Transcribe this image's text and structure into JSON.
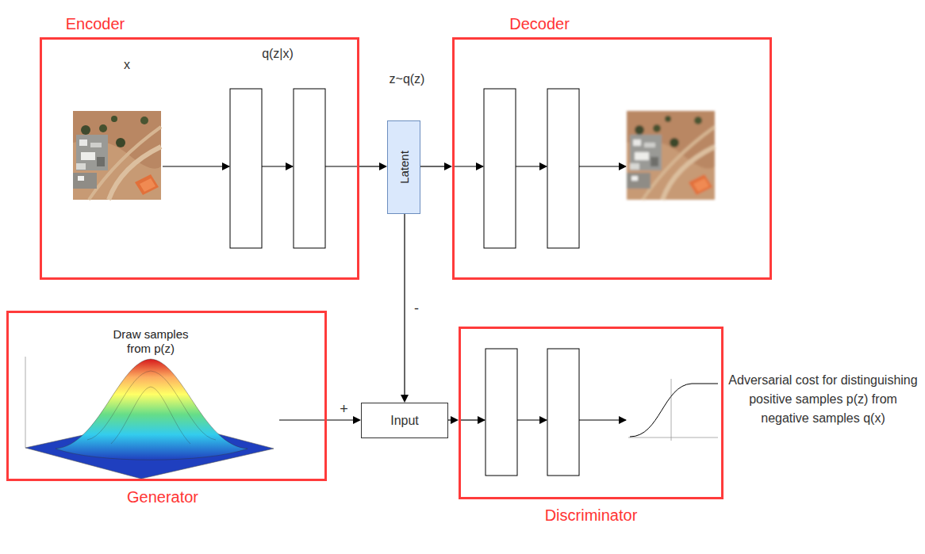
{
  "diagram": {
    "nodes": [
      {
        "text": [
          "Encoder"
        ]
      },
      {
        "text": [
          "Latent"
        ]
      },
      {
        "text": [
          "Decoder"
        ]
      },
      {
        "text": [
          "Generator",
          "Draw samples from p(z)"
        ]
      },
      {
        "text": [
          "Input"
        ]
      },
      {
        "text": [
          "Discriminator"
        ]
      }
    ],
    "edges": [
      {
        "from": 0,
        "to": 1,
        "arrow": "to"
      },
      {
        "from": 1,
        "to": 2,
        "arrow": "to"
      },
      {
        "from": 1,
        "to": 4,
        "label": "-",
        "arrow": "to"
      },
      {
        "from": 3,
        "to": 4,
        "label": "+",
        "arrow": "to"
      },
      {
        "from": 4,
        "to": 5,
        "arrow": "to"
      }
    ],
    "labels": [
      "x",
      "q(z|x)",
      "z~q(z)",
      "Adversarial cost for distinguishing positive samples p(z) from negative samples q(x)"
    ]
  }
}
